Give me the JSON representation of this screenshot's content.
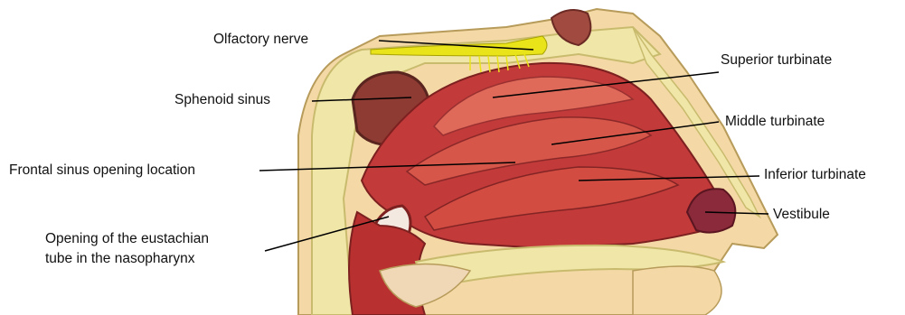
{
  "diagram": {
    "labels": {
      "olfactory_nerve": "Olfactory nerve",
      "sphenoid_sinus": "Sphenoid sinus",
      "frontal_sinus_opening": "Frontal sinus opening location",
      "eustachian_line1": "Opening of the eustachian",
      "eustachian_line2": "tube in the nasopharynx",
      "superior_turbinate": "Superior turbinate",
      "middle_turbinate": "Middle turbinate",
      "inferior_turbinate": "Inferior turbinate",
      "vestibule": "Vestibule"
    },
    "colors": {
      "bone": "#efe6a8",
      "bone_dark": "#c9bb6e",
      "mucosa": "#c23a3a",
      "mucosa_light": "#e06a5a",
      "sinus": "#8e3b33",
      "nerve": "#e9e31a",
      "skin": "#f4d9a6",
      "leader": "#000000"
    }
  }
}
